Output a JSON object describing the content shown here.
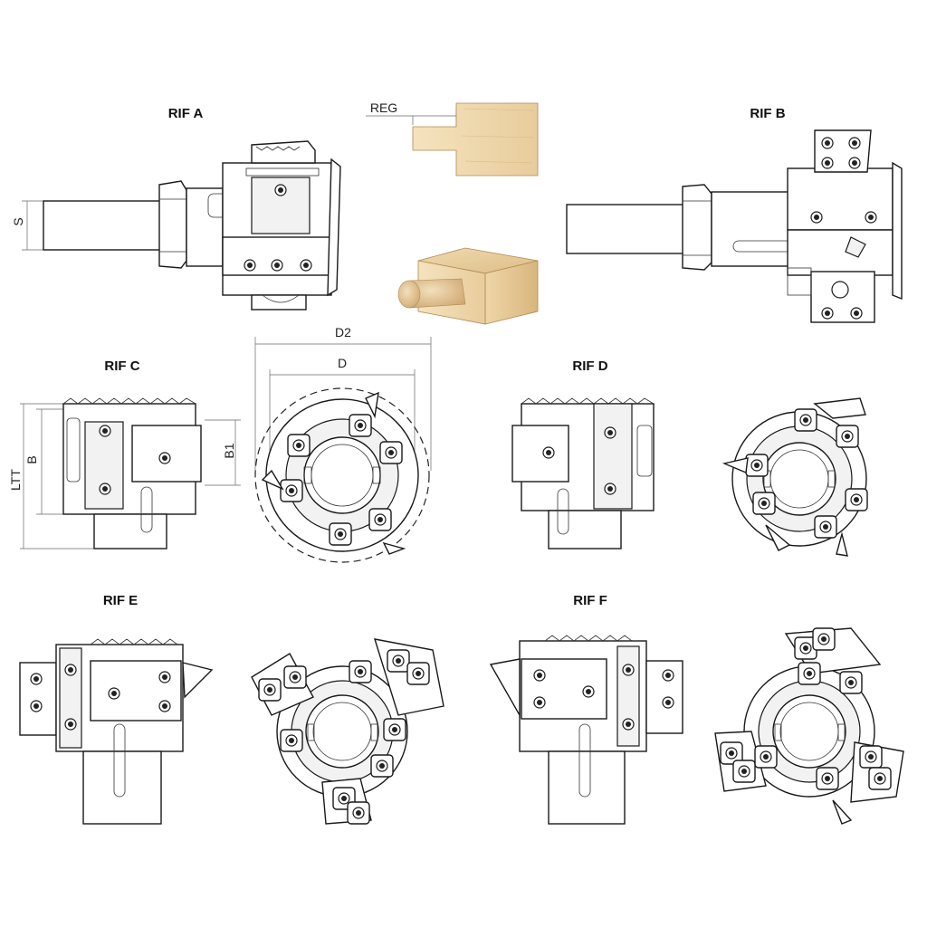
{
  "titles": {
    "rif_a": "RIF A",
    "rif_b": "RIF B",
    "rif_c": "RIF C",
    "rif_d": "RIF D",
    "rif_e": "RIF E",
    "rif_f": "RIF F"
  },
  "dimensions": {
    "reg": "REG",
    "s": "S",
    "d2": "D2",
    "d": "D",
    "b": "B",
    "b1": "B1",
    "ltt": "LTT"
  },
  "colors": {
    "line": "#1a1a1a",
    "wood_light": "#f3dfb6",
    "wood_mid": "#e6c896",
    "wood_dark": "#c9a36a"
  }
}
